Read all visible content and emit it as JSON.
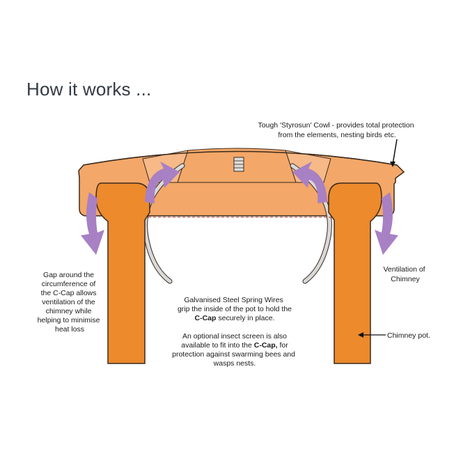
{
  "heading": "How it works ...",
  "labels": {
    "cowl": [
      "Tough 'Styrosun' Cowl - provides total protection",
      "from the elements, nesting birds etc."
    ],
    "gap": [
      "Gap around the",
      "circumference of",
      "the C-Cap allows",
      "ventilation of the",
      "chimney while",
      "helping to minimise",
      "heat loss"
    ],
    "ventilation": [
      "Ventilation of",
      "Chimney"
    ],
    "wires_line1": "Galvanised Steel Spring Wires",
    "wires_line2": "grip the inside of the pot to hold the",
    "wires_line3_bold": "C-Cap",
    "wires_line3_rest": " securely in place.",
    "screen_line1": "An optional insect screen is also",
    "screen_line2_start": "available to fit into the ",
    "screen_line2_bold": "C-Cap,",
    "screen_line2_end": " for",
    "screen_line3": "protection against swarming bees and",
    "screen_line4": "wasps nests.",
    "chimney_pot": "Chimney pot."
  },
  "colors": {
    "pot": "#ec8a2c",
    "cowl": "#f3a768",
    "cowl_inner": "#f6b987",
    "outline": "#3a2a1e",
    "arrow": "#a880c4",
    "wire": "#d9d9d9"
  }
}
